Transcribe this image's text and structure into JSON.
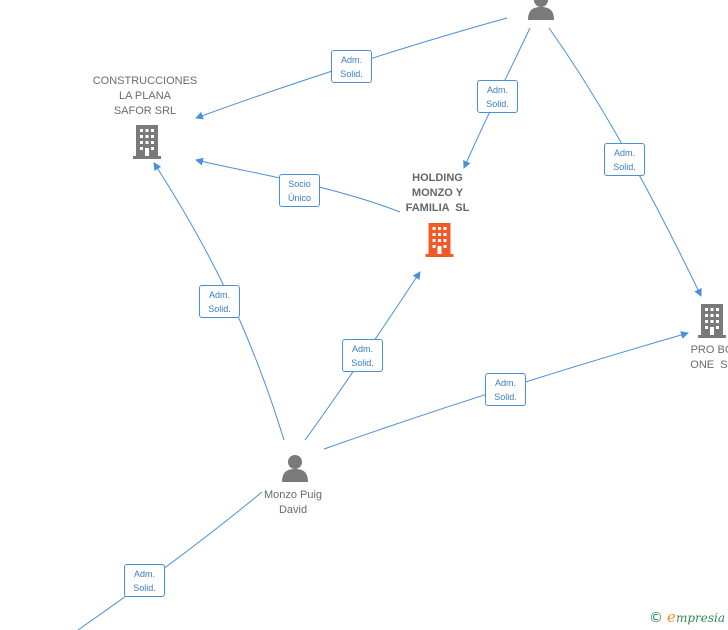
{
  "colors": {
    "edge": "#4a90d9",
    "company_icon": "#7a7a7a",
    "focus_company_icon": "#f05a28",
    "person_icon": "#7a7a7a"
  },
  "nodes": {
    "construcciones": {
      "label": "CONSTRUCCIONES\nLA PLANA\nSAFOR SRL",
      "icon": "building-icon"
    },
    "holding": {
      "label": "HOLDING\nMONZO Y\nFAMILIA  SL",
      "icon": "building-icon"
    },
    "pro_bo": {
      "label": "PRO BO\nONE  SL",
      "icon": "building-icon"
    },
    "monzo_puig": {
      "label": "Monzo Puig\nDavid",
      "icon": "person-icon"
    },
    "top_person": {
      "label": "",
      "icon": "person-icon"
    }
  },
  "edge_labels": {
    "top_to_construcciones": "Adm.\nSolid.",
    "top_to_holding": "Adm.\nSolid.",
    "top_to_probo": "Adm.\nSolid.",
    "holding_to_construcciones": "Socio\nÚnico",
    "monzo_to_construcciones": "Adm.\nSolid.",
    "monzo_to_holding": "Adm.\nSolid.",
    "monzo_to_probo": "Adm.\nSolid.",
    "offscreen_to_monzo": "Adm.\nSolid."
  },
  "brand": {
    "copyright": "©",
    "name_first": "e",
    "name_rest": "mpresia"
  }
}
